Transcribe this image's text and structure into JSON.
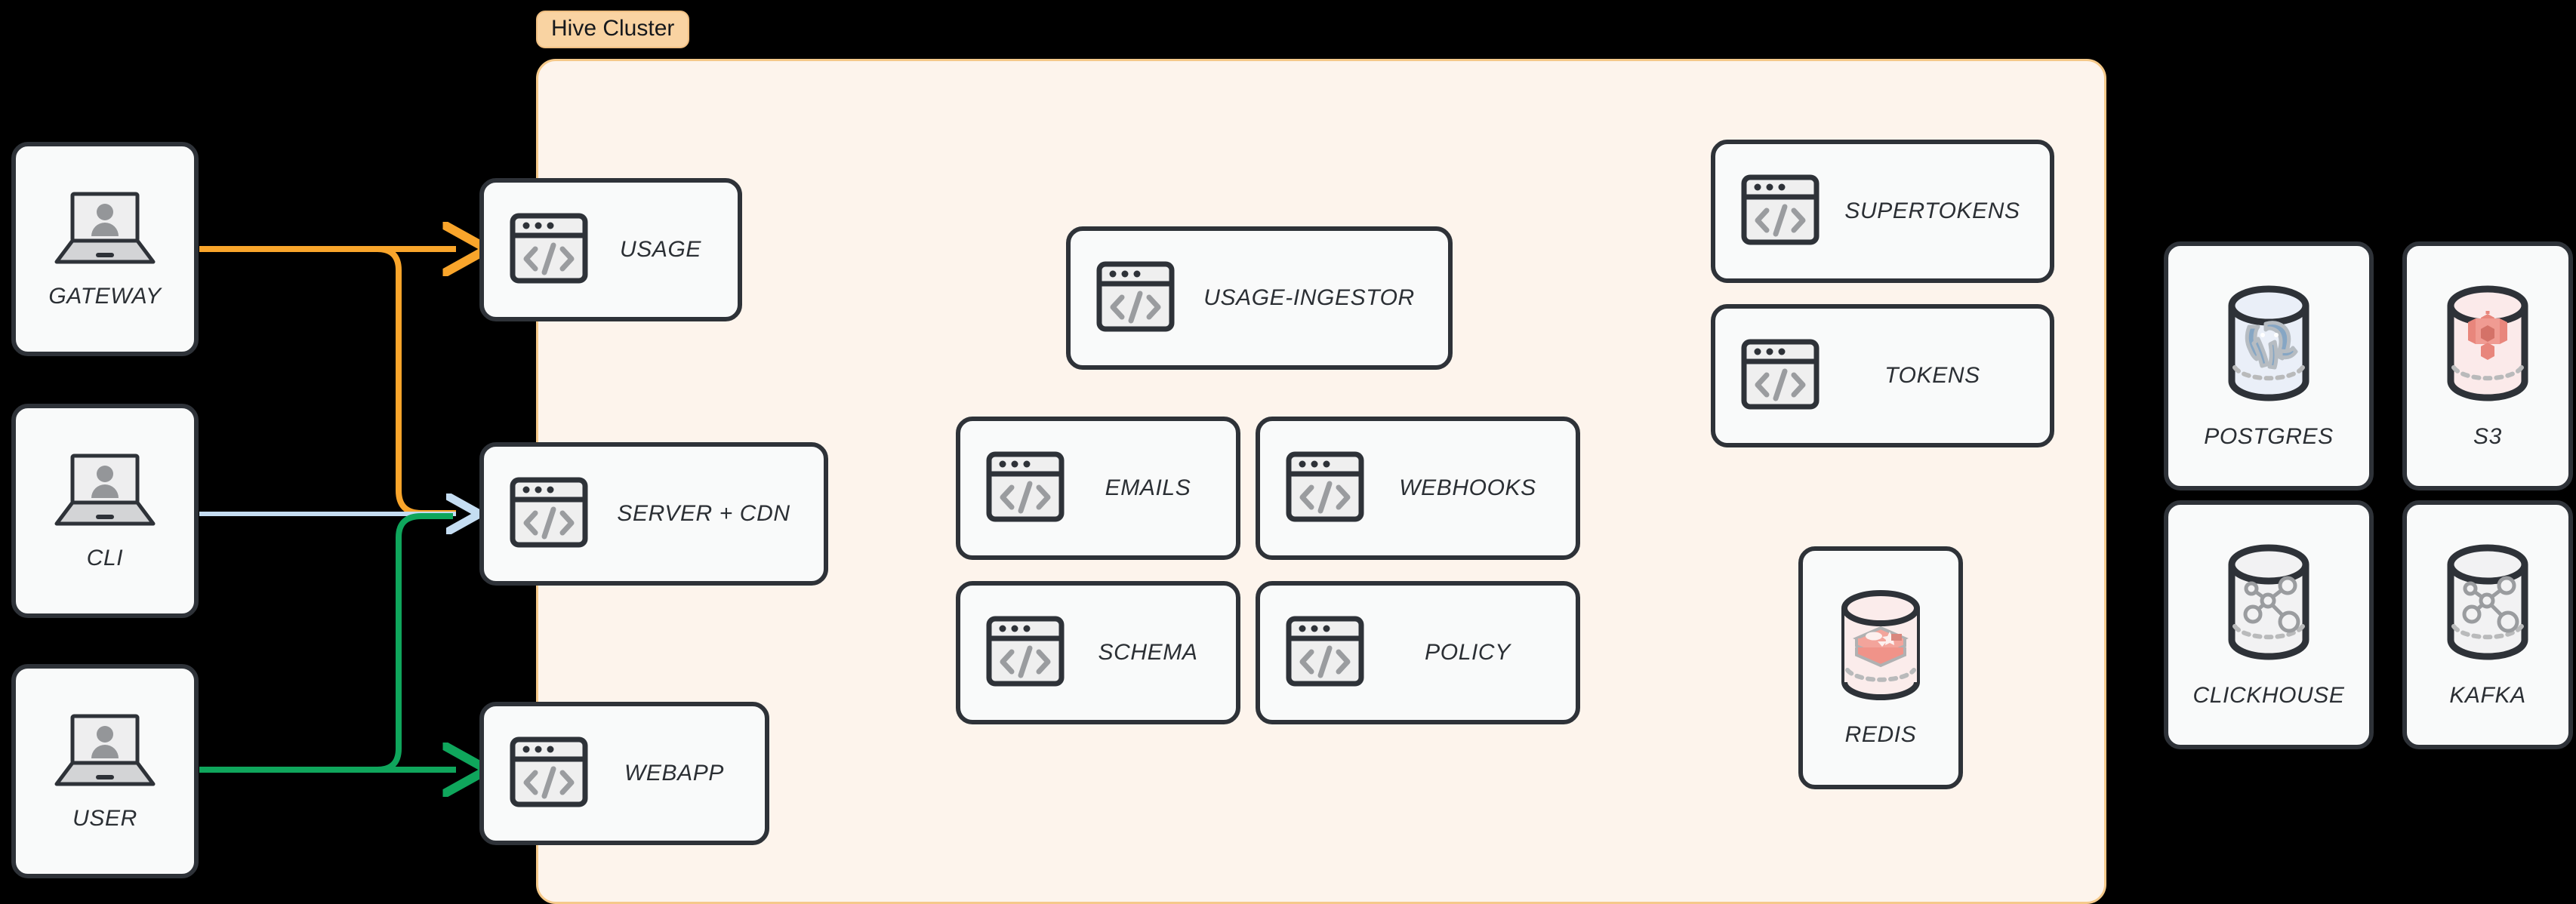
{
  "diagram": {
    "title": "Hive Cluster architecture",
    "background": "#000000",
    "cluster": {
      "label": "Hive Cluster",
      "fill": "#fdf4ec",
      "border": "#f5c98a",
      "label_fill": "#f9d3a2"
    },
    "node_style": {
      "fill": "#f9fafa",
      "border": "#2e3238"
    },
    "clients": [
      {
        "name": "GATEWAY",
        "icon": "laptop-user-icon"
      },
      {
        "name": "CLI",
        "icon": "laptop-user-icon"
      },
      {
        "name": "USER",
        "icon": "laptop-user-icon"
      }
    ],
    "edge_services": [
      {
        "name": "USAGE",
        "icon": "code-window-icon"
      },
      {
        "name": "SERVER + CDN",
        "icon": "code-window-icon"
      },
      {
        "name": "WEBAPP",
        "icon": "code-window-icon"
      }
    ],
    "services": [
      {
        "name": "USAGE-INGESTOR",
        "icon": "code-window-icon"
      },
      {
        "name": "EMAILS",
        "icon": "code-window-icon"
      },
      {
        "name": "WEBHOOKS",
        "icon": "code-window-icon"
      },
      {
        "name": "SCHEMA",
        "icon": "code-window-icon"
      },
      {
        "name": "POLICY",
        "icon": "code-window-icon"
      },
      {
        "name": "SUPERTOKENS",
        "icon": "code-window-icon"
      },
      {
        "name": "TOKENS",
        "icon": "code-window-icon"
      }
    ],
    "datastores_inside": [
      {
        "name": "REDIS",
        "icon": "redis-cylinder-icon",
        "accent": "#f2a9a0"
      }
    ],
    "datastores_outside": [
      {
        "name": "POSTGRES",
        "icon": "postgres-cylinder-icon",
        "accent": "#8aa9c6"
      },
      {
        "name": "S3",
        "icon": "s3-cylinder-icon",
        "accent": "#e8867c"
      },
      {
        "name": "CLICKHOUSE",
        "icon": "network-cylinder-icon",
        "accent": "#9a9a9a"
      },
      {
        "name": "KAFKA",
        "icon": "network-cylinder-icon",
        "accent": "#9a9a9a"
      }
    ],
    "connections": [
      {
        "from": "GATEWAY",
        "to": "USAGE",
        "color": "#f9a52b",
        "style": "arrow"
      },
      {
        "from": "GATEWAY",
        "to": "SERVER + CDN",
        "color": "#f9a52b",
        "style": "arrow"
      },
      {
        "from": "CLI",
        "to": "SERVER + CDN",
        "color": "#c5ddf2",
        "style": "arrow"
      },
      {
        "from": "USER",
        "to": "SERVER + CDN",
        "color": "#0fa65c",
        "style": "arrow"
      },
      {
        "from": "USER",
        "to": "WEBAPP",
        "color": "#0fa65c",
        "style": "arrow"
      }
    ]
  }
}
